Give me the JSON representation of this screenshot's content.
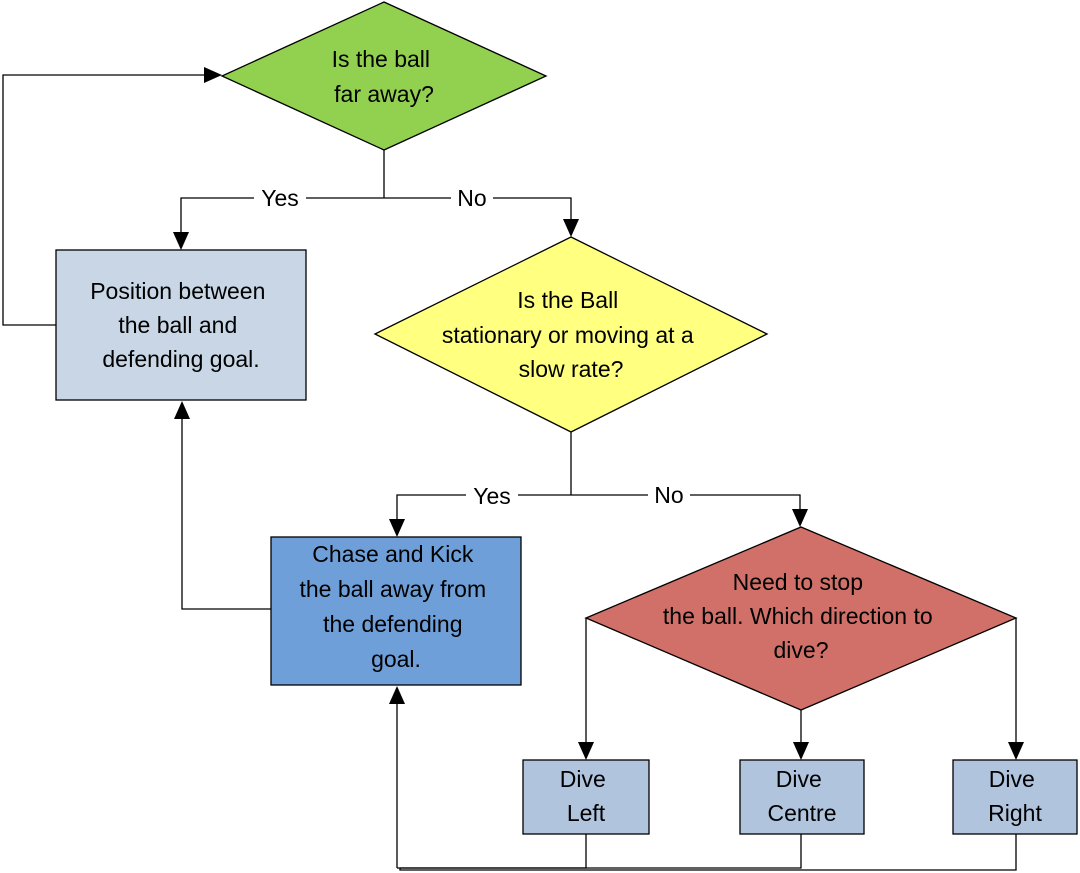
{
  "colors": {
    "decision_far": "#92d050",
    "decision_slow": "#ffff80",
    "decision_dive": "#d07068",
    "box_light": "#c8d6e5",
    "box_chase": "#6f9fd8",
    "box_dive": "#b0c4de",
    "line": "#000000"
  },
  "nodes": {
    "q_far": {
      "lines": [
        "Is the ball",
        "far away?"
      ]
    },
    "position": {
      "lines": [
        "Position between",
        "the ball and",
        "defending goal."
      ]
    },
    "q_slow": {
      "lines": [
        "Is the Ball",
        "stationary or moving at a",
        "slow rate?"
      ]
    },
    "chase": {
      "lines": [
        "Chase and Kick",
        "the ball away from",
        "the defending",
        "goal."
      ]
    },
    "q_dive": {
      "lines": [
        "Need to stop",
        "the ball. Which direction to",
        "dive?"
      ]
    },
    "dive_left": {
      "lines": [
        "Dive",
        "Left"
      ]
    },
    "dive_centre": {
      "lines": [
        "Dive",
        "Centre"
      ]
    },
    "dive_right": {
      "lines": [
        "Dive",
        "Right"
      ]
    }
  },
  "edges": {
    "far_yes": "Yes",
    "far_no": "No",
    "slow_yes": "Yes",
    "slow_no": "No"
  }
}
